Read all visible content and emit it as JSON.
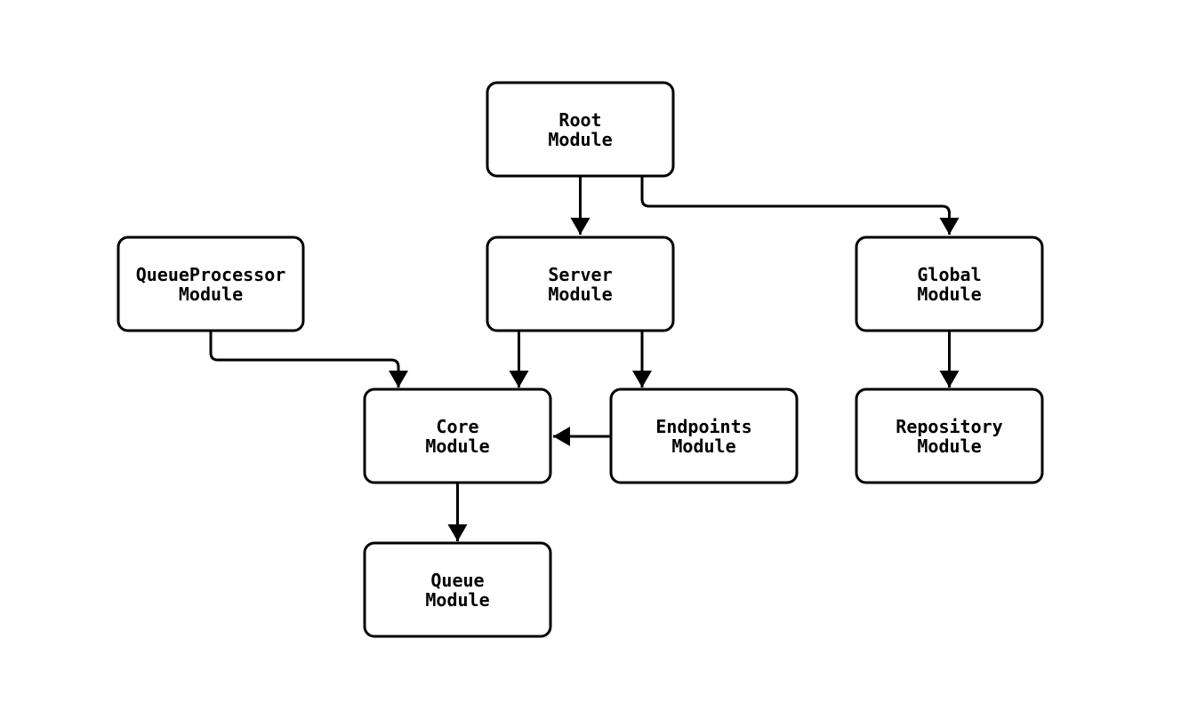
{
  "diagram": {
    "type": "module-dependency-flowchart",
    "colors": {
      "background": "#ffffff",
      "node_fill": "#ffffff",
      "node_border": "#000000",
      "edge": "#000000",
      "text": "#000000"
    },
    "nodes": {
      "root": {
        "line1": "Root",
        "line2": "Module"
      },
      "server": {
        "line1": "Server",
        "line2": "Module"
      },
      "global": {
        "line1": "Global",
        "line2": "Module"
      },
      "queueprocessor": {
        "line1": "QueueProcessor",
        "line2": "Module"
      },
      "core": {
        "line1": "Core",
        "line2": "Module"
      },
      "endpoints": {
        "line1": "Endpoints",
        "line2": "Module"
      },
      "repository": {
        "line1": "Repository",
        "line2": "Module"
      },
      "queue": {
        "line1": "Queue",
        "line2": "Module"
      }
    },
    "edges": [
      {
        "from": "Root Module",
        "to": "Server Module"
      },
      {
        "from": "Root Module",
        "to": "Global Module"
      },
      {
        "from": "QueueProcessor Module",
        "to": "Core Module"
      },
      {
        "from": "Server Module",
        "to": "Core Module"
      },
      {
        "from": "Server Module",
        "to": "Endpoints Module"
      },
      {
        "from": "Endpoints Module",
        "to": "Core Module"
      },
      {
        "from": "Core Module",
        "to": "Queue Module"
      },
      {
        "from": "Global Module",
        "to": "Repository Module"
      }
    ]
  }
}
